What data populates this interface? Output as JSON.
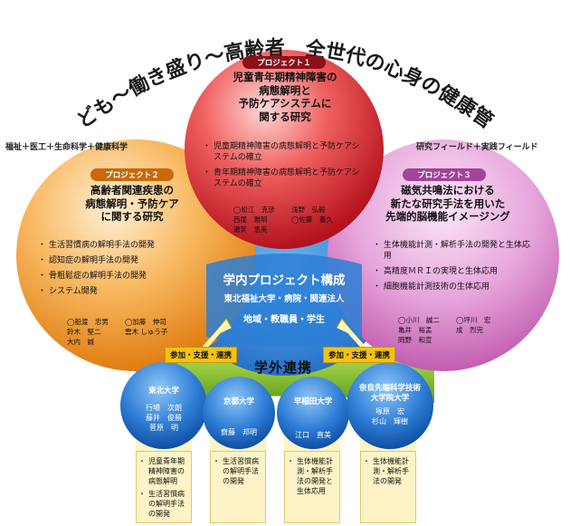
{
  "title": "子ども〜働き盛り〜高齢者　全世代の心身の健康管理",
  "left_field": "福祉＋医工＋生命科学＋健康科学",
  "right_field": "研究フィールド＋実践フィールド",
  "colors": {
    "red": "#d9232e",
    "orange": "#f29a2e",
    "pink": "#d779c0",
    "blue": "#2b7fd6",
    "green": "#7dbb2a",
    "yellow": "#f5c211"
  },
  "project1": {
    "label": "プロジェクト１",
    "title_lines": [
      "児童青年期精神障害の",
      "病態解明と",
      "予防ケアシステムに",
      "関する研究"
    ],
    "items": [
      "児童期精神障害の病態解明と予防ケアシステムの確立",
      "青年期精神障害の病態解明と予防ケアシステムの確立"
    ],
    "members": [
      [
        "◯松江　克彦",
        "浅野　弘毅"
      ],
      [
        "西尾　雅明",
        "◯佐藤　養久"
      ],
      [
        "瀬笑　恵美",
        ""
      ]
    ]
  },
  "project2": {
    "label": "プロジェクト２",
    "title_lines": [
      "高齢者関連疾患の",
      "病態解明・予防ケア",
      "に関する研究"
    ],
    "items": [
      "生活習慣病の解明手法の開発",
      "認知症の解明手法の開発",
      "骨粗鬆症の解明手法の開発",
      "システム開発"
    ],
    "members": [
      [
        "◯船渡　忠男",
        "◯加藤　伸司"
      ],
      [
        "鈴木　堅二",
        "雲木 しゅう子"
      ],
      [
        "大内　誠",
        ""
      ]
    ]
  },
  "project3": {
    "label": "プロジェクト３",
    "title_lines": [
      "磁気共鳴法における",
      "新たな研究手法を用いた",
      "先端的脳機能イメージング"
    ],
    "items": [
      "生体機能計測・解析手法の開発と生体応用",
      "高精度ＭＲＩの実現と生体応用",
      "細胞機能計測技術の生体応用"
    ],
    "members": [
      [
        "◯小川　誠二",
        "◯坪川　宏"
      ],
      [
        "亀井　裕孟",
        "成　烈完"
      ],
      [
        "岡野　和宣",
        ""
      ]
    ]
  },
  "center": {
    "title": "学内プロジェクト構成",
    "line1": "東北福祉大学・病院・関連法人",
    "line2": "地域・教職員・学生"
  },
  "support_left": "参加・支援・連携",
  "support_right": "参加・支援・連携",
  "external_title": "学外連携",
  "universities": [
    {
      "name_lines": [
        "東北大学"
      ],
      "people": [
        "行場　次朗",
        "藤井　俊勝",
        "菅原　明"
      ],
      "notes": [
        "児童青年期精神障害の病態解明",
        "生活習慣病の解明手法の開発"
      ]
    },
    {
      "name_lines": [
        "京都大学"
      ],
      "people": [
        "齋藤　邦明"
      ],
      "notes": [
        "生活習慣病の解明手法の開発"
      ]
    },
    {
      "name_lines": [
        "早稲田大学"
      ],
      "people": [
        "江口　直美"
      ],
      "notes": [
        "生体機能計測・解析手法の開発と生体応用"
      ]
    },
    {
      "name_lines": [
        "奈良先端科学技術",
        "大学院大学"
      ],
      "people": [
        "塚原　宏",
        "杉山　輝樹"
      ],
      "notes": [
        "生体機能計測・解析手法の開発"
      ]
    }
  ]
}
